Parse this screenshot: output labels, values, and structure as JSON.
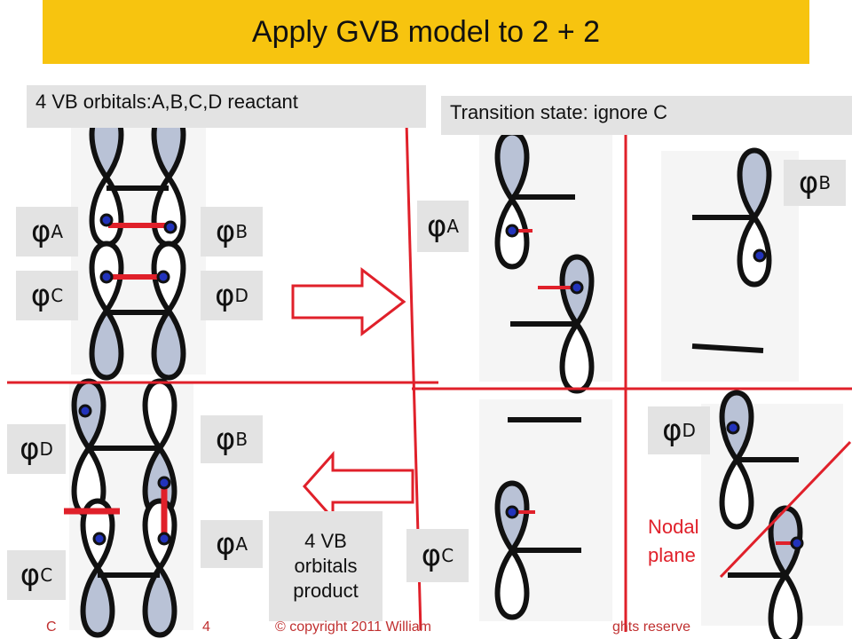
{
  "title": "Apply GVB model to 2 + 2",
  "captions": {
    "reactant": "4 VB orbitals:A,B,C,D reactant",
    "transition": "Transition state: ignore C",
    "product_line1": "4 VB",
    "product_line2": "orbitals",
    "product_line3": "product",
    "nodal_line1": "Nodal",
    "nodal_line2": "plane"
  },
  "orbital_labels": {
    "phi": "φ",
    "A": "A",
    "B": "B",
    "C": "C",
    "D": "D"
  },
  "footer": {
    "left": "C",
    "page": "4",
    "copyright": "© copyright 2011 William",
    "rights": "ghts reserve"
  },
  "colors": {
    "title_bar": "#f7c40f",
    "label_bg": "#e3e3e3",
    "bond": "#e0202a",
    "lobe": "#b9c2d6",
    "dot": "#2233bb"
  }
}
